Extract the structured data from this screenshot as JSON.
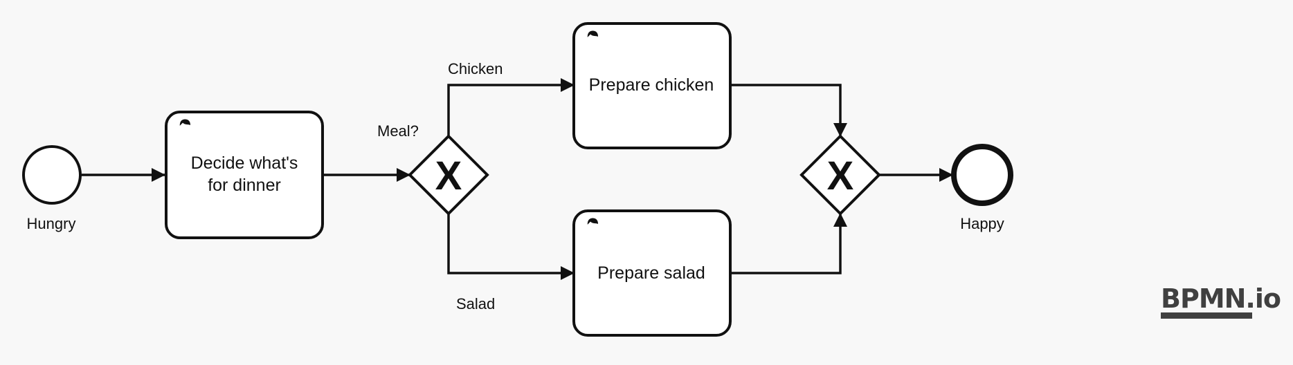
{
  "events": {
    "start_label": "Hungry",
    "end_label": "Happy"
  },
  "tasks": {
    "decide_line1": "Decide what's",
    "decide_line2": "for dinner",
    "chicken": "Prepare chicken",
    "salad": "Prepare salad"
  },
  "gateways": {
    "split_label": "Meal?",
    "split_marker": "X",
    "join_marker": "X"
  },
  "flows": {
    "chicken_label": "Chicken",
    "salad_label": "Salad"
  },
  "watermark": {
    "text": "BPMN.io"
  }
}
